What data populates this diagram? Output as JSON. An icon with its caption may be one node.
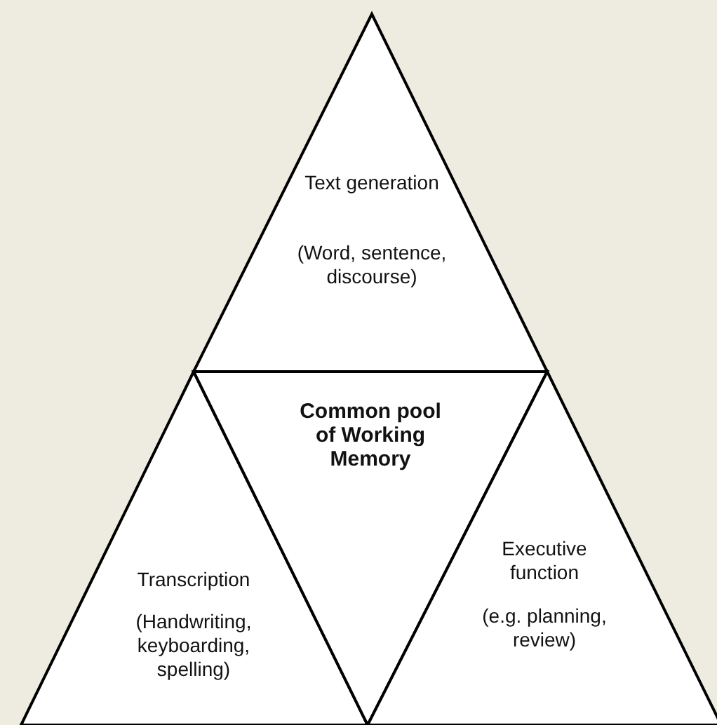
{
  "diagram": {
    "nodes": [
      {
        "text": [
          "Text generation",
          "(Word, sentence, discourse)"
        ]
      },
      {
        "text": [
          "Transcription",
          "(Handwriting, keyboarding, spelling)"
        ]
      },
      {
        "text": [
          "Common pool of Working Memory"
        ]
      },
      {
        "text": [
          "Executive function",
          "(e.g. planning, review)"
        ]
      }
    ],
    "edges": []
  }
}
